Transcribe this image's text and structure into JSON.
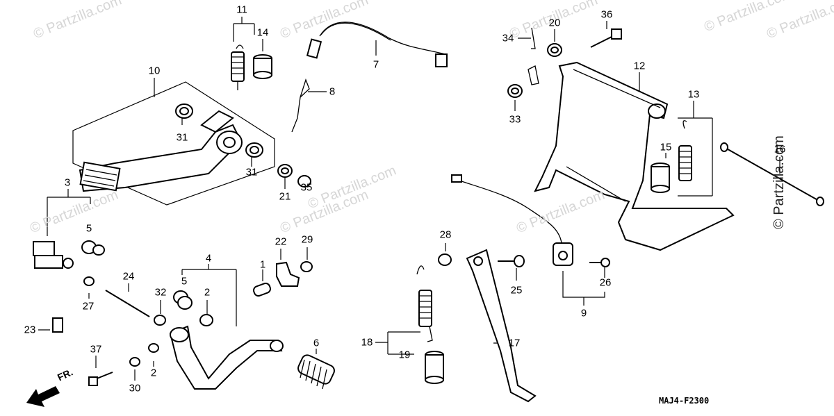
{
  "watermarks": [
    "© Partzilla.com",
    "© Partzilla.com",
    "© Partzilla.com",
    "© Partzilla.com",
    "© Partzilla.com",
    "© Partzilla.com",
    "© Partzilla.com",
    "© Partzilla.com",
    "© Partzilla.com"
  ],
  "watermark_right": "© Partzilla.com",
  "diagram_code": "MAJ4-F2300",
  "front_arrow_label": "FR.",
  "callouts": {
    "c1": "1",
    "c2a": "2",
    "c2b": "2",
    "c3": "3",
    "c4": "4",
    "c5a": "5",
    "c5b": "5",
    "c6": "6",
    "c7": "7",
    "c8": "8",
    "c9": "9",
    "c10": "10",
    "c11": "11",
    "c12": "12",
    "c13": "13",
    "c14": "14",
    "c15": "15",
    "c16": "16",
    "c17": "17",
    "c18": "18",
    "c19": "19",
    "c20": "20",
    "c21": "21",
    "c22": "22",
    "c23": "23",
    "c24": "24",
    "c25": "25",
    "c26": "26",
    "c27": "27",
    "c28": "28",
    "c29": "29",
    "c30": "30",
    "c31a": "31",
    "c31b": "31",
    "c32": "32",
    "c33": "33",
    "c34": "34",
    "c35": "35",
    "c36": "36",
    "c37": "37"
  }
}
